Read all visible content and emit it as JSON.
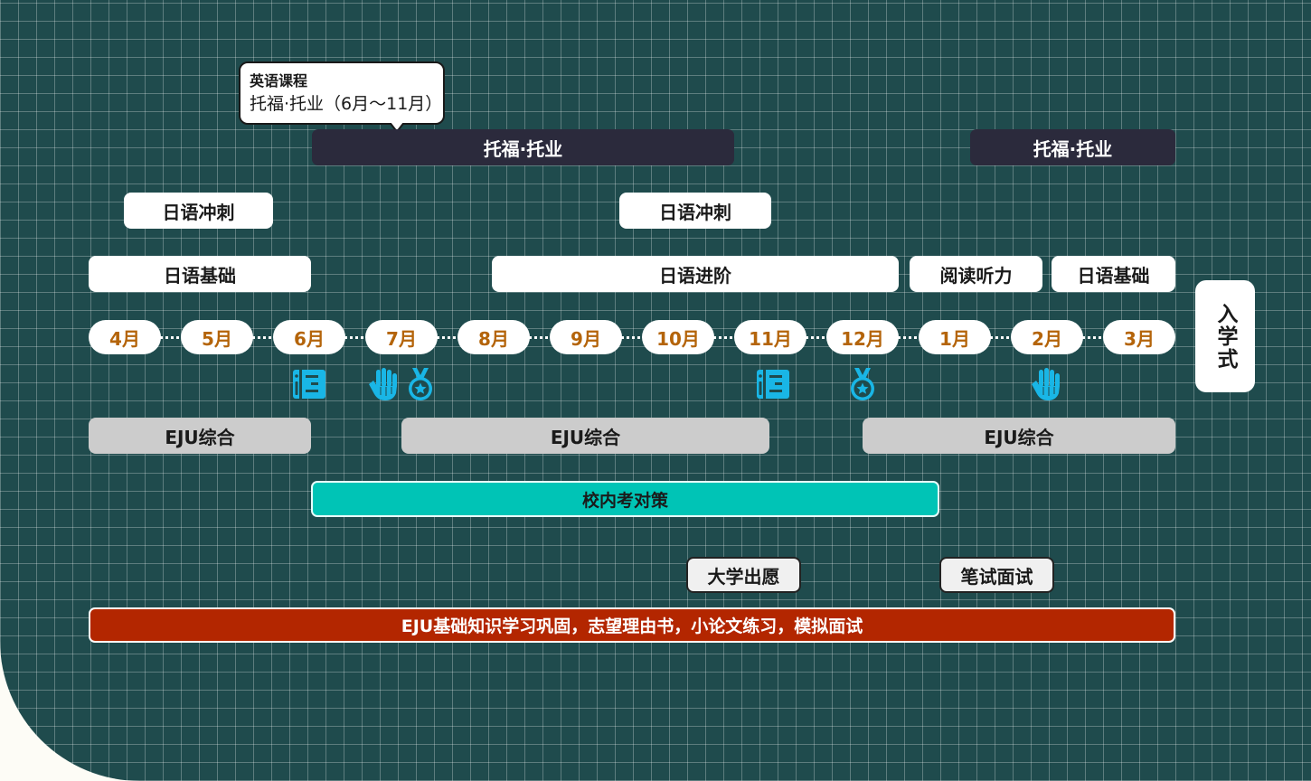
{
  "callout": {
    "title": "英语课程",
    "text": "托福·托业（6月～11月）"
  },
  "english": {
    "bar1": "托福·托业",
    "bar2": "托福·托业"
  },
  "japanese": {
    "sprint1": "日语冲刺",
    "sprint2": "日语冲刺",
    "basic1": "日语基础",
    "advanced": "日语进阶",
    "reading": "阅读听力",
    "basic2": "日语基础"
  },
  "months": [
    "4月",
    "5月",
    "6月",
    "7月",
    "8月",
    "9月",
    "10月",
    "11月",
    "12月",
    "1月",
    "2月",
    "3月"
  ],
  "enrollment": "入学式",
  "icons": [
    {
      "name": "application-form-icon",
      "month": "6月"
    },
    {
      "name": "hand-raise-icon",
      "month": "7月"
    },
    {
      "name": "medal-icon",
      "month": "7月"
    },
    {
      "name": "application-form-icon",
      "month": "11月"
    },
    {
      "name": "medal-icon",
      "month": "12月"
    },
    {
      "name": "hand-raise-icon",
      "month": "2月"
    }
  ],
  "eju": {
    "block1": "EJU综合",
    "block2": "EJU综合",
    "block3": "EJU综合"
  },
  "school_exam": "校内考对策",
  "application": "大学出愿",
  "interview": "笔试面试",
  "bottom_bar": "EJU基础知识学习巩固，志望理由书，小论文练习，模拟面试",
  "colors": {
    "background": "#1f4b4d",
    "month_text": "#b4640a",
    "icon": "#19b6e6",
    "english_bar": "#2b2a3c",
    "school_exam_bar": "#00c4b6",
    "bottom_bar": "#b32600",
    "eju_bar": "#cccccc"
  }
}
